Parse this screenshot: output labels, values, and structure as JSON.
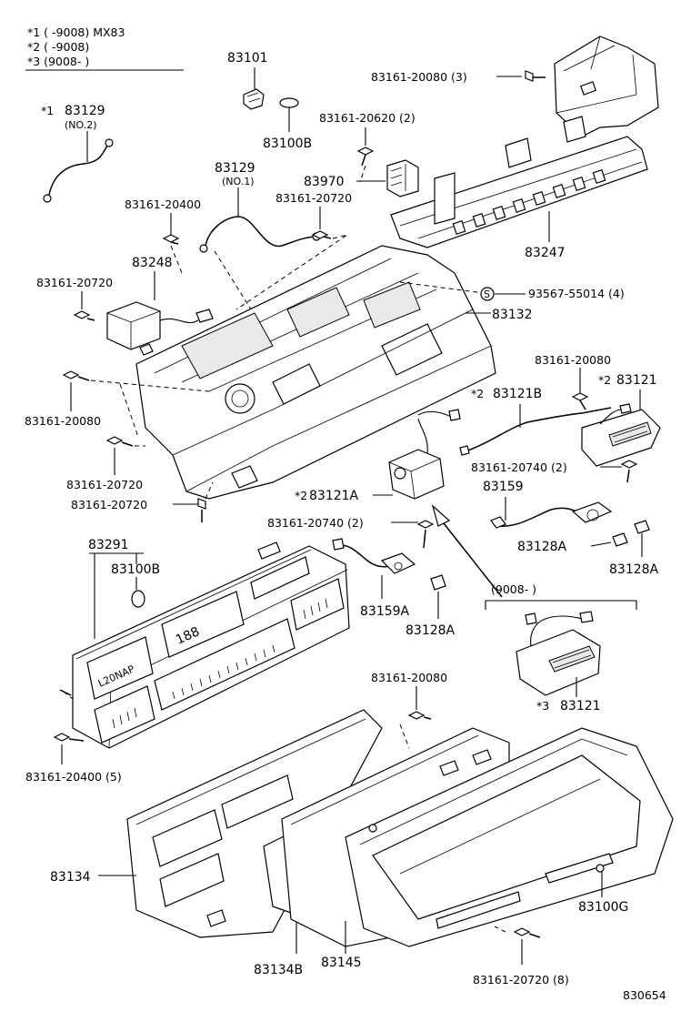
{
  "legend": {
    "row1": "*1  (       -9008) MX83",
    "row2": "*2  (       -9008)",
    "row3": "*3  (9008-        )"
  },
  "callouts": {
    "c83101": "83101",
    "c83100B_top": "83100B",
    "c83161_20080_3": "83161-20080 (3)",
    "c83161_20620_2": "83161-20620 (2)",
    "c83970": "83970",
    "c83247": "83247",
    "c83129_no2": "83129",
    "c83129_no2_sub": "(NO.2)",
    "c83129_no2_mark": "*1",
    "c83129_no1": "83129",
    "c83129_no1_sub": "(NO.1)",
    "c83161_20400": "83161-20400",
    "c83161_20720_a": "83161-20720",
    "c83248": "83248",
    "c83161_20720_b": "83161-20720",
    "c93567": "93567-55014 (4)",
    "c83132": "83132",
    "c83161_20080_b": "83161-20080",
    "c83121_top": "83121",
    "c83121_top_mark": "*2",
    "c83121B": "83121B",
    "c83121B_mark": "*2",
    "c83161_20080_left": "83161-20080",
    "c83161_20720_c": "83161-20720",
    "c83161_20720_d": "83161-20720",
    "c83121A": "83121A",
    "c83121A_mark": "*2",
    "c83161_20740_2a": "83161-20740 (2)",
    "c83159": "83159",
    "c83161_20740_2b": "83161-20740 (2)",
    "c83128A_a": "83128A",
    "c83128A_b": "83128A",
    "c83291": "83291",
    "c83100B_mid": "83100B",
    "c83159A": "83159A",
    "c83128A_c": "83128A",
    "c9008_group": "(9008-           )",
    "c83121_bottom": "83121",
    "c83121_bottom_mark": "*3",
    "c83161_20080_c": "83161-20080",
    "c83161_20400_5": "83161-20400 (5)",
    "c83134": "83134",
    "c83100G": "83100G",
    "c83134B": "83134B",
    "c83145": "83145",
    "c83161_20720_8": "83161-20720 (8)",
    "diagram_id": "830654"
  },
  "gauge_text": {
    "lcd_digits": "188",
    "warning": "L20NAP"
  }
}
